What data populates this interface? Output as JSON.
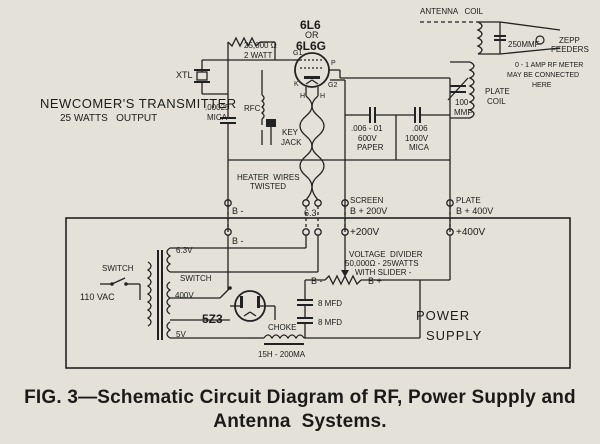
{
  "title": "NEWCOMER'S TRANSMITTER",
  "subtitle": "25 WATTS   OUTPUT",
  "tube_top": "6L6",
  "tube_or": "OR",
  "tube_bottom": "6L6G",
  "labels": {
    "g1": "G1",
    "g2": "G2",
    "k": "K",
    "p": "P",
    "heater_h": "H",
    "xtl": "XTL",
    "r1_value": "25,000 Ω",
    "r1_watt": "2 WATT",
    "c1_value": ".00025",
    "c1_type": "MICA",
    "rfc": "RFC",
    "key_jack_1": "KEY",
    "key_jack_2": "JACK",
    "c2_value": ".006 - 01",
    "c2_volt": "600V",
    "c2_type": "PAPER",
    "c3_value": ".006",
    "c3_volt": "1000V",
    "c3_type": "MICA",
    "c4_value": "100",
    "c4_unit": "MMF",
    "plate_coil_1": "PLATE",
    "plate_coil_2": "COIL",
    "antenna_coil": "ANTENNA   COIL",
    "c5": "250MMF",
    "zepp_1": "ZEPP",
    "zepp_2": "FEEDERS",
    "rf_meter_1": "0 - 1 AMP  RF METER",
    "rf_meter_2": "MAY BE CONNECTED",
    "rf_meter_3": "HERE",
    "heater_wires_1": "HEATER  WIRES",
    "heater_wires_2": "TWISTED",
    "t_bminus": "B -",
    "t_63": "6.3",
    "t_screen_1": "SCREEN",
    "t_screen_2": "B + 200V",
    "t_plate_1": "PLATE",
    "t_plate_2": "B + 400V",
    "ps_bminus": "B -",
    "ps_200": "+200V",
    "ps_400": "+400V",
    "switch": "SWITCH",
    "switch2": "SWITCH",
    "vac": "110 VAC",
    "v63": "6.3V",
    "v400": "400V",
    "v5": "5V",
    "rect": "5Z3",
    "vd_1": "VOLTAGE  DIVIDER",
    "vd_2": "50,000Ω - 25WATTS",
    "vd_3": "WITH SLIDER -",
    "vd_bminus": "B -",
    "vd_bplus": "B +",
    "c_8a": "8 MFD",
    "c_8b": "8 MFD",
    "choke_1": "CHOKE",
    "choke_2": "15H - 200MA",
    "power": "POWER",
    "supply": "SUPPLY"
  },
  "caption_line1": "FIG. 3—Schematic Circuit Diagram of RF, Power Supply and",
  "caption_line2": "Antenna  Systems."
}
